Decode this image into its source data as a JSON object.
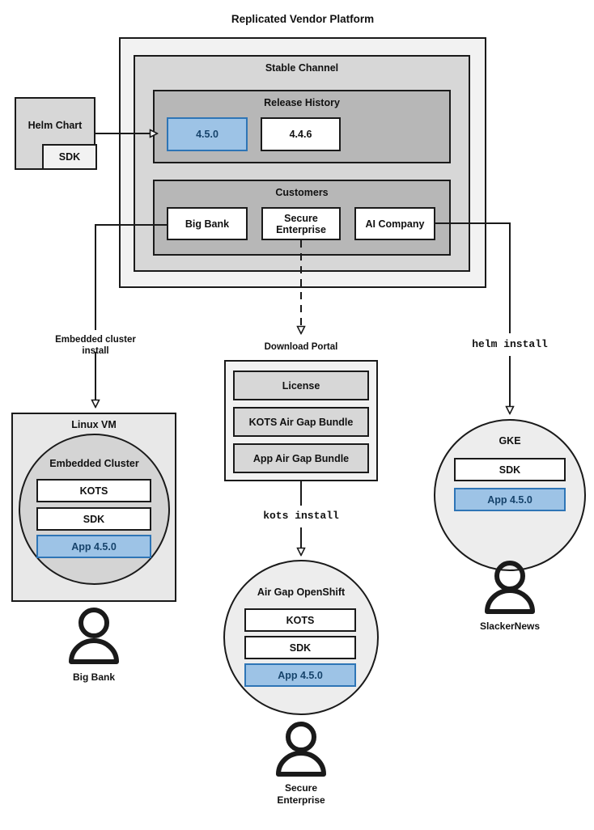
{
  "diagram": {
    "title": "Replicated Vendor Platform",
    "accent_blue": "#9dc3e6",
    "accent_blue_border": "#2e75b6",
    "accent_blue_text": "#16436b",
    "line_color": "#1a1a1a"
  },
  "platform": {
    "title": "Replicated Vendor Platform",
    "channel": {
      "title": "Stable Channel",
      "release_history": {
        "title": "Release History",
        "releases": [
          {
            "version": "4.5.0",
            "highlighted": true
          },
          {
            "version": "4.4.6",
            "highlighted": false
          }
        ]
      },
      "customers": {
        "title": "Customers",
        "items": [
          {
            "name": "Big Bank"
          },
          {
            "name": "Secure\nEnterprise"
          },
          {
            "name": "AI Company"
          }
        ],
        "item_1_label": "Big Bank",
        "item_2_line1": "Secure",
        "item_2_line2": "Enterprise",
        "item_3_label": "AI Company"
      }
    }
  },
  "helm_chart": {
    "title": "Helm Chart",
    "sdk_label": "SDK"
  },
  "edges": {
    "embedded_cluster_install_line1": "Embedded cluster",
    "embedded_cluster_install_line2": "install",
    "download_portal_label": "Download Portal",
    "kots_install": "kots install",
    "helm_install": "helm install"
  },
  "download_portal": {
    "title": "Download Portal",
    "artifacts": [
      {
        "label": "License"
      },
      {
        "label": "KOTS Air Gap Bundle"
      },
      {
        "label": "App Air Gap Bundle"
      }
    ],
    "artifact_1": "License",
    "artifact_2": "KOTS Air Gap Bundle",
    "artifact_3": "App Air Gap Bundle"
  },
  "targets": {
    "linux_vm": {
      "title": "Linux VM",
      "cluster_title": "Embedded Cluster",
      "components": [
        {
          "label": "KOTS",
          "highlighted": false
        },
        {
          "label": "SDK",
          "highlighted": false
        },
        {
          "label": "App 4.5.0",
          "highlighted": true
        }
      ],
      "component_1": "KOTS",
      "component_2": "SDK",
      "component_3": "App 4.5.0",
      "user": "Big Bank"
    },
    "air_gap_openshift": {
      "title": "Air Gap OpenShift",
      "components": [
        {
          "label": "KOTS",
          "highlighted": false
        },
        {
          "label": "SDK",
          "highlighted": false
        },
        {
          "label": "App 4.5.0",
          "highlighted": true
        }
      ],
      "component_1": "KOTS",
      "component_2": "SDK",
      "component_3": "App 4.5.0",
      "user_line1": "Secure",
      "user_line2": "Enterprise"
    },
    "gke": {
      "title": "GKE",
      "components": [
        {
          "label": "SDK",
          "highlighted": false
        },
        {
          "label": "App 4.5.0",
          "highlighted": true
        }
      ],
      "component_1": "SDK",
      "component_2": "App 4.5.0",
      "user": "SlackerNews"
    }
  }
}
